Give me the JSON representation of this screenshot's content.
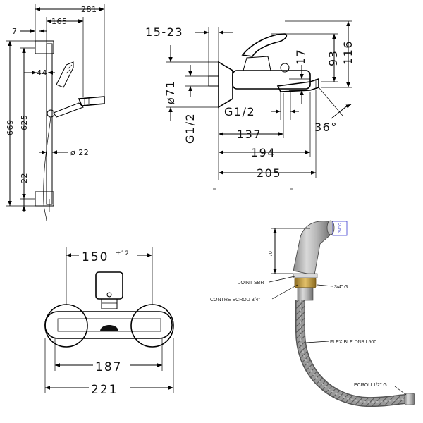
{
  "shower_set": {
    "dim_281": "281",
    "dim_7": "7",
    "dim_165": "165",
    "dim_44": "44",
    "dim_669": "669",
    "dim_625": "625",
    "dim_22_vertical": "22",
    "dim_d22": "ø 22"
  },
  "mixer_side": {
    "dim_15_23": "15-23",
    "dim_d71": "ø71",
    "dim_g12_vertical": "G1/2",
    "dim_17": "17",
    "dim_93": "93",
    "dim_116": "116",
    "dim_g12_horizontal": "G1/2",
    "dim_137": "137",
    "dim_194": "194",
    "dim_205": "205",
    "dim_angle": "36°"
  },
  "mixer_front": {
    "dim_150": "150",
    "dim_150_tol": "±12",
    "dim_187": "187",
    "dim_221": "221"
  },
  "kit": {
    "dim_70": "70",
    "thread_label_blue": "3/4\" G",
    "label_joint": "JOINT SBR",
    "label_contre_ecrou": "CONTRE ECROU 3/4\"",
    "label_thread": "3/4\" G",
    "label_flexible": "FLEXIBLE DN8 L500",
    "label_ecrou": "ECROU 1/2\" G",
    "accent_color": "#3a3ad0",
    "nut_color": "#c9a24a"
  }
}
